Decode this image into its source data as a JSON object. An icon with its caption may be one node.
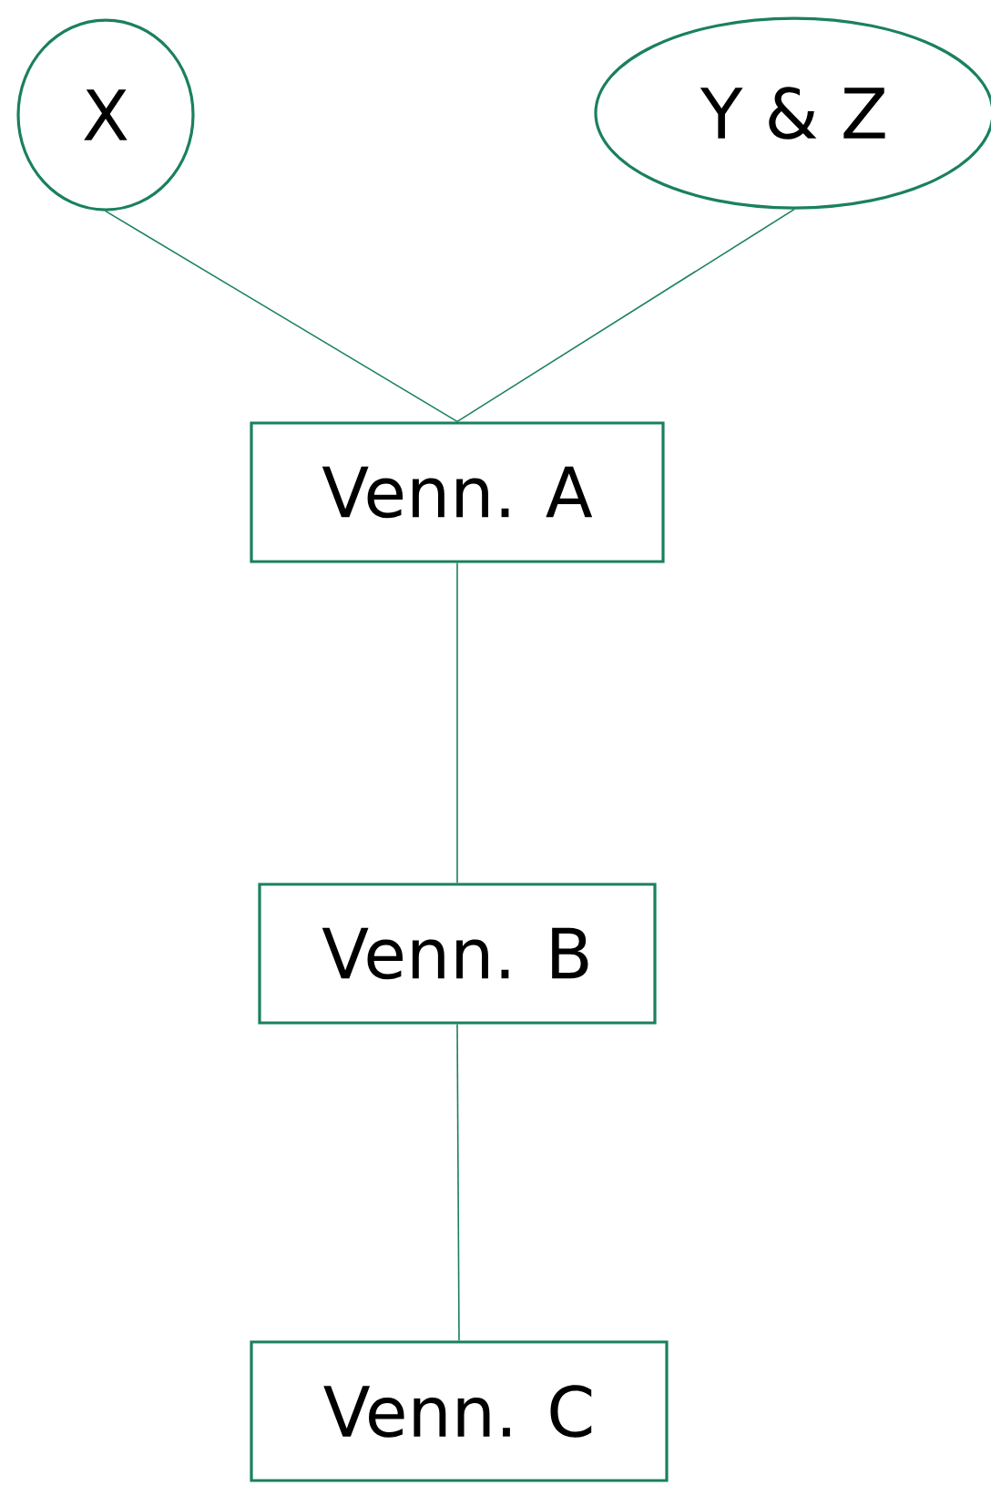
{
  "diagram": {
    "nodes": [
      {
        "text": [
          "X"
        ]
      },
      {
        "text": [
          "Y & Z"
        ]
      },
      {
        "text": [
          "Venn. A"
        ]
      },
      {
        "text": [
          "Venn. B"
        ]
      },
      {
        "text": [
          "Venn. C"
        ]
      }
    ],
    "edges": [
      {
        "from": 0,
        "to": 2,
        "arrow": "none"
      },
      {
        "from": 1,
        "to": 2,
        "arrow": "none"
      },
      {
        "from": 2,
        "to": 3,
        "arrow": "none"
      },
      {
        "from": 3,
        "to": 4,
        "arrow": "none"
      }
    ]
  }
}
